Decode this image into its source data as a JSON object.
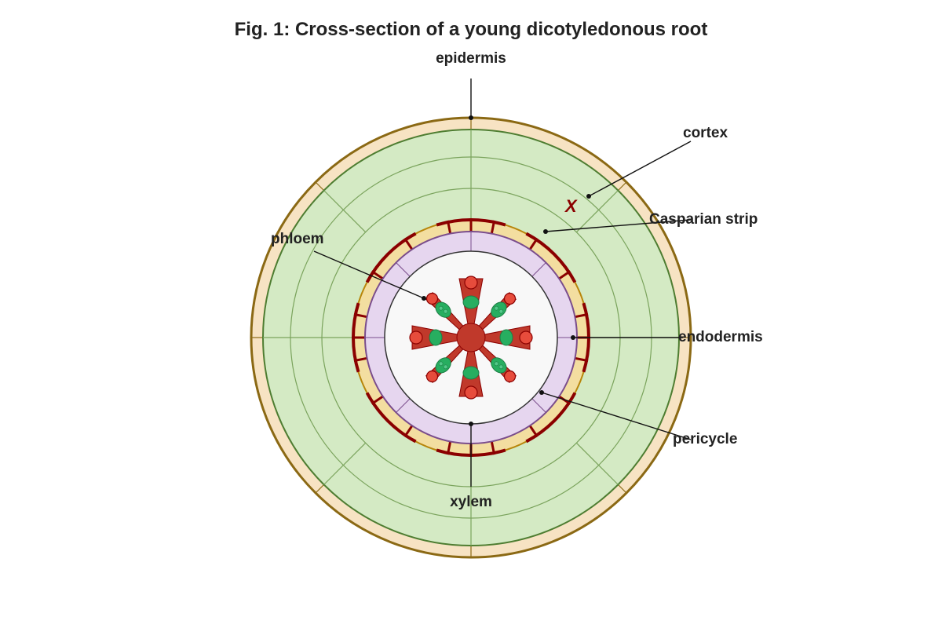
{
  "title": "Fig. 1: Cross-section of a young dicotyledonous root",
  "labels": {
    "epidermis": "epidermis",
    "cortex": "cortex",
    "casparian": "Casparian strip",
    "phloem": "phloem",
    "endodermis": "endodermis",
    "pericycle": "pericycle",
    "xylem": "xylem"
  },
  "marker": "X",
  "colors": {
    "epidermis_fill": "#f7e3c3",
    "epidermis_stroke": "#8b6914",
    "cortex_fill": "#d4eac4",
    "cortex_stroke": "#4e7d31",
    "cortex_lines": "#7aa35c",
    "endodermis_fill": "#f3dea0",
    "endodermis_stroke": "#b8860b",
    "casparian": "#8b0000",
    "pericycle_fill": "#e6d6ef",
    "pericycle_stroke": "#7a4d8c",
    "stele_fill": "#f8f8f8",
    "stele_stroke": "#333333",
    "xylem_fill": "#c0392b",
    "xylem_light": "#e74c3c",
    "phloem_fill": "#27ae60",
    "phloem_stroke": "#1e7d45"
  }
}
